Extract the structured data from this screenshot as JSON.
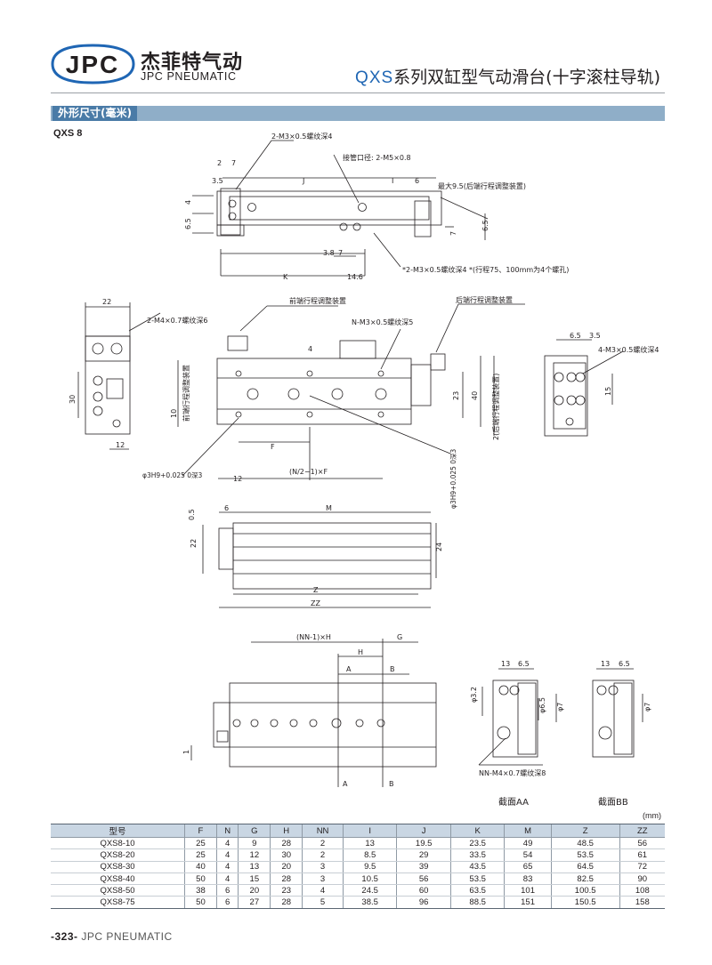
{
  "header": {
    "logo_text": "JPC",
    "brand_cn": "杰菲特气动",
    "brand_en": "JPC PNEUMATIC",
    "series_code": "QXS",
    "series_title": "系列双缸型气动滑台(十字滚柱导轨)"
  },
  "section": {
    "label": "外形尺寸(毫米)",
    "model": "QXS 8"
  },
  "drawing": {
    "top_view": {
      "callout_thread_front": "2-M3×0.5螺纹深4",
      "callout_port": "接管口径: 2-M5×0.8",
      "callout_stroke_max": "最大9.5(后端行程调整装置)",
      "callout_thread_rear": "*2-M3×0.5螺纹深4 *(行程75、100mm为4个螺孔)",
      "dims": [
        "2",
        "7",
        "3.5",
        "J",
        "I",
        "6",
        "4",
        "6.5",
        "6.5",
        "7",
        "3.8",
        "7",
        "K",
        "14.6"
      ]
    },
    "mid_views": {
      "left_width": "22",
      "left_height": "30",
      "left_bottom": "12",
      "front_adjuster": "前端行程调整装置",
      "thread_m4": "2-M4×0.7螺纹深6",
      "thread_n": "N-M3×0.5螺纹深5",
      "rear_adjuster": "后端行程调整装置",
      "front_adjuster_vertical": "前端行程调整装置",
      "rear_adjuster_vertical": "2(后端行程调整装置)",
      "dims": [
        "4",
        "10",
        "23",
        "40",
        "F",
        "12"
      ],
      "formula": "(N/2−1)×F",
      "hole_left": "φ3H9+0.025 0深3",
      "hole_bottom": "φ3H9+0.025 0深3",
      "right_dims": [
        "6.5",
        "3.5",
        "4-M3×0.5螺纹深4",
        "15"
      ]
    },
    "side_view": {
      "dims": [
        "0.5",
        "6",
        "M",
        "22",
        "24",
        "Z",
        "ZZ"
      ]
    },
    "bottom_view": {
      "dims": [
        "(NN-1)×H",
        "G",
        "H",
        "A",
        "B",
        "1",
        "A",
        "B"
      ],
      "section_aa_dims": [
        "13",
        "6.5",
        "φ3.2",
        "φ6.5",
        "φ7"
      ],
      "section_bb_dims": [
        "13",
        "6.5",
        "φ7"
      ],
      "thread_nn": "NN-M4×0.7螺纹深8",
      "section_aa_label": "截面AA",
      "section_bb_label": "截面BB"
    }
  },
  "table": {
    "unit": "(mm)",
    "headers": [
      "型号",
      "F",
      "N",
      "G",
      "H",
      "NN",
      "I",
      "J",
      "K",
      "M",
      "Z",
      "ZZ"
    ],
    "rows": [
      [
        "QXS8-10",
        "25",
        "4",
        "9",
        "28",
        "2",
        "13",
        "19.5",
        "23.5",
        "49",
        "48.5",
        "56"
      ],
      [
        "QXS8-20",
        "25",
        "4",
        "12",
        "30",
        "2",
        "8.5",
        "29",
        "33.5",
        "54",
        "53.5",
        "61"
      ],
      [
        "QXS8-30",
        "40",
        "4",
        "13",
        "20",
        "3",
        "9.5",
        "39",
        "43.5",
        "65",
        "64.5",
        "72"
      ],
      [
        "QXS8-40",
        "50",
        "4",
        "15",
        "28",
        "3",
        "10.5",
        "56",
        "53.5",
        "83",
        "82.5",
        "90"
      ],
      [
        "QXS8-50",
        "38",
        "6",
        "20",
        "23",
        "4",
        "24.5",
        "60",
        "63.5",
        "101",
        "100.5",
        "108"
      ],
      [
        "QXS8-75",
        "50",
        "6",
        "27",
        "28",
        "5",
        "38.5",
        "96",
        "88.5",
        "151",
        "150.5",
        "158"
      ]
    ]
  },
  "footer": {
    "page_number": "-323-",
    "brand": "JPC PNEUMATIC"
  }
}
